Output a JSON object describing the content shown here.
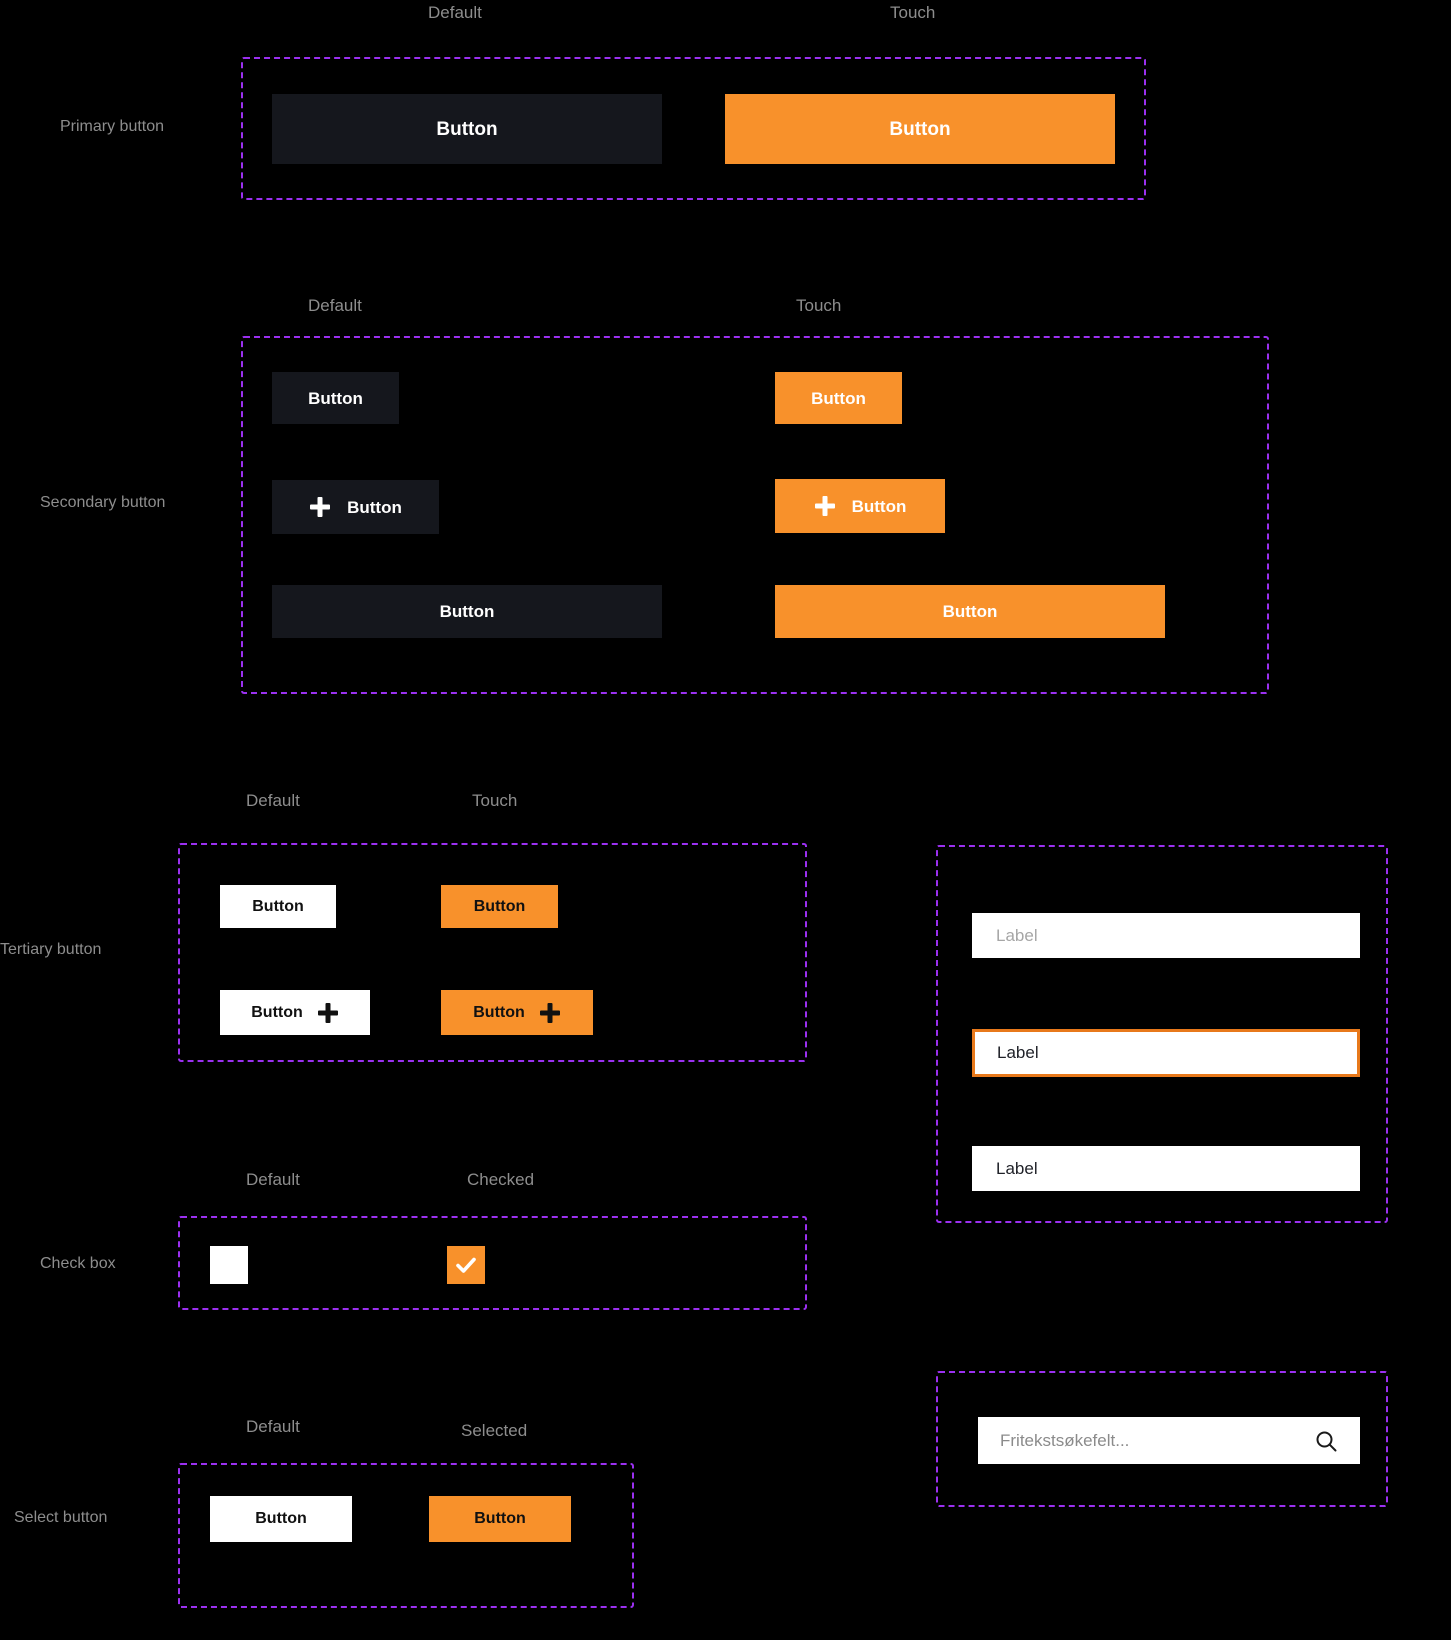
{
  "meta": {
    "background": "#000000",
    "accent_orange": "#f8912b",
    "dark_surface": "#15171d",
    "annotation_purple": "#9b30f0",
    "label_grey": "#8d8d8d"
  },
  "sections": {
    "primary": {
      "row_label": "Primary button",
      "columns": [
        "Default",
        "Touch"
      ],
      "buttons": [
        {
          "label": "Button",
          "state": "default"
        },
        {
          "label": "Button",
          "state": "touch"
        }
      ]
    },
    "secondary": {
      "row_label": "Secondary button",
      "columns": [
        "Default",
        "Touch"
      ],
      "rows": [
        {
          "default": {
            "label": "Button",
            "icon": null
          },
          "touch": {
            "label": "Button",
            "icon": null
          }
        },
        {
          "default": {
            "label": "Button",
            "icon": "plus-icon"
          },
          "touch": {
            "label": "Button",
            "icon": "plus-icon"
          }
        },
        {
          "default": {
            "label": "Button",
            "icon": null
          },
          "touch": {
            "label": "Button",
            "icon": null
          }
        }
      ]
    },
    "tertiary": {
      "row_label": "Tertiary button",
      "columns": [
        "Default",
        "Touch"
      ],
      "rows": [
        {
          "default": {
            "label": "Button",
            "icon": null
          },
          "touch": {
            "label": "Button",
            "icon": null
          }
        },
        {
          "default": {
            "label": "Button",
            "icon": "plus-icon"
          },
          "touch": {
            "label": "Button",
            "icon": "plus-icon"
          }
        }
      ]
    },
    "checkbox": {
      "row_label": "Check box",
      "columns": [
        "Default",
        "Checked"
      ],
      "items": [
        {
          "state": "default",
          "checked": false
        },
        {
          "state": "checked",
          "checked": true,
          "icon": "check-icon"
        }
      ]
    },
    "select": {
      "row_label": "Select button",
      "columns": [
        "Default",
        "Selected"
      ],
      "buttons": [
        {
          "label": "Button",
          "state": "default"
        },
        {
          "label": "Button",
          "state": "selected"
        }
      ]
    },
    "inputs": {
      "fields": [
        {
          "value": "Label",
          "state": "placeholder"
        },
        {
          "value": "Label",
          "state": "focused"
        },
        {
          "value": "Label",
          "state": "filled"
        }
      ]
    },
    "search": {
      "placeholder": "Fritekstsøkefelt...",
      "icon": "search-icon"
    }
  }
}
